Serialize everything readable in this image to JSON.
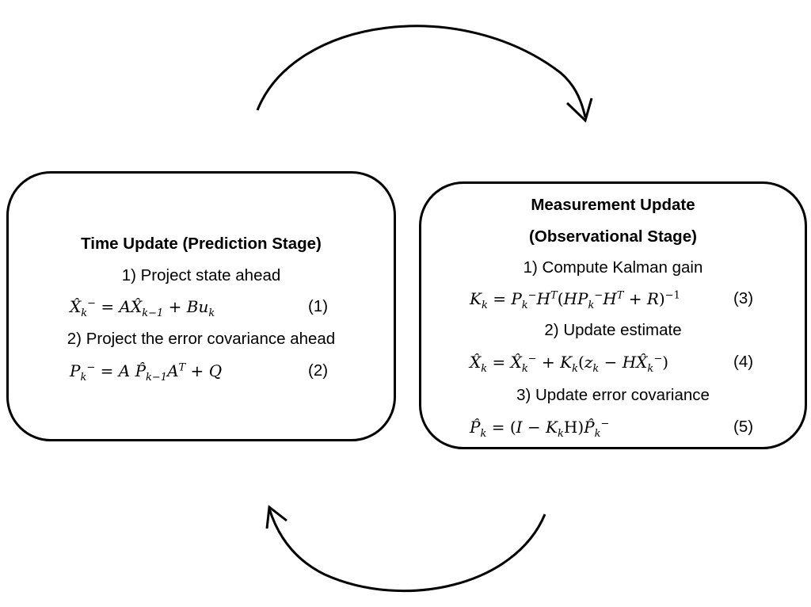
{
  "time_update": {
    "title": "Time Update (Prediction Stage)",
    "step1": "1) Project state ahead",
    "eq1": {
      "lhs_var": "X̂",
      "lhs_sub": "k",
      "lhs_sup": "−",
      "eq_sign": " = ",
      "a": "A",
      "var": "X̂",
      "var_sub": "k−1",
      "plus": " + ",
      "b": "Bu",
      "b_sub": "k",
      "number": "(1)"
    },
    "step2": "2) Project the error covariance ahead",
    "eq2": {
      "lhs_var": "P",
      "lhs_sub": "k",
      "lhs_sup": "−",
      "eq_sign": " = ",
      "a": "A ",
      "var": "P̂",
      "var_sub": "k−1",
      "at": "A",
      "at_sup": "T",
      "plus": " + ",
      "q": "Q",
      "number": "(2)"
    }
  },
  "measurement_update": {
    "title_line1": "Measurement Update",
    "title_line2": "(Observational Stage)",
    "step1": "1) Compute Kalman gain",
    "eq3": {
      "lhs_var": "K",
      "lhs_sub": "k",
      "eq_sign": " = ",
      "p": "P",
      "p_sub": "k",
      "p_sup": "−",
      "h": "H",
      "h_sup": "T",
      "open": "(",
      "hp": "HP",
      "hp_sub": "k",
      "hp_sup": "−",
      "h2": "H",
      "h2_sup": "T",
      "plus": " + ",
      "r": "R",
      "close": ")",
      "close_sup": "−1",
      "number": "(3)"
    },
    "step2": "2) Update estimate",
    "eq4": {
      "lhs_var": "X̂",
      "lhs_sub": "k",
      "eq_sign": " = ",
      "x": "X̂",
      "x_sub": "k",
      "x_sup": "−",
      "plus": " + ",
      "kk": "K",
      "kk_sub": "k",
      "open": "(",
      "z": "z",
      "z_sub": "k",
      "minus": " − ",
      "hx": "HX̂",
      "hx_sub": "k",
      "hx_sup": "−",
      "close": ")",
      "number": "(4)"
    },
    "step3": "3) Update error covariance",
    "eq5": {
      "lhs_var": "P̂",
      "lhs_sub": "k",
      "eq_sign": " = ",
      "open": "(",
      "i": "I",
      "minus": " − ",
      "kk": "K",
      "kk_sub": "k",
      "h": "H",
      "close": ")",
      "p": "P̂",
      "p_sub": "k",
      "p_sup": "−",
      "number": "(5)"
    }
  }
}
